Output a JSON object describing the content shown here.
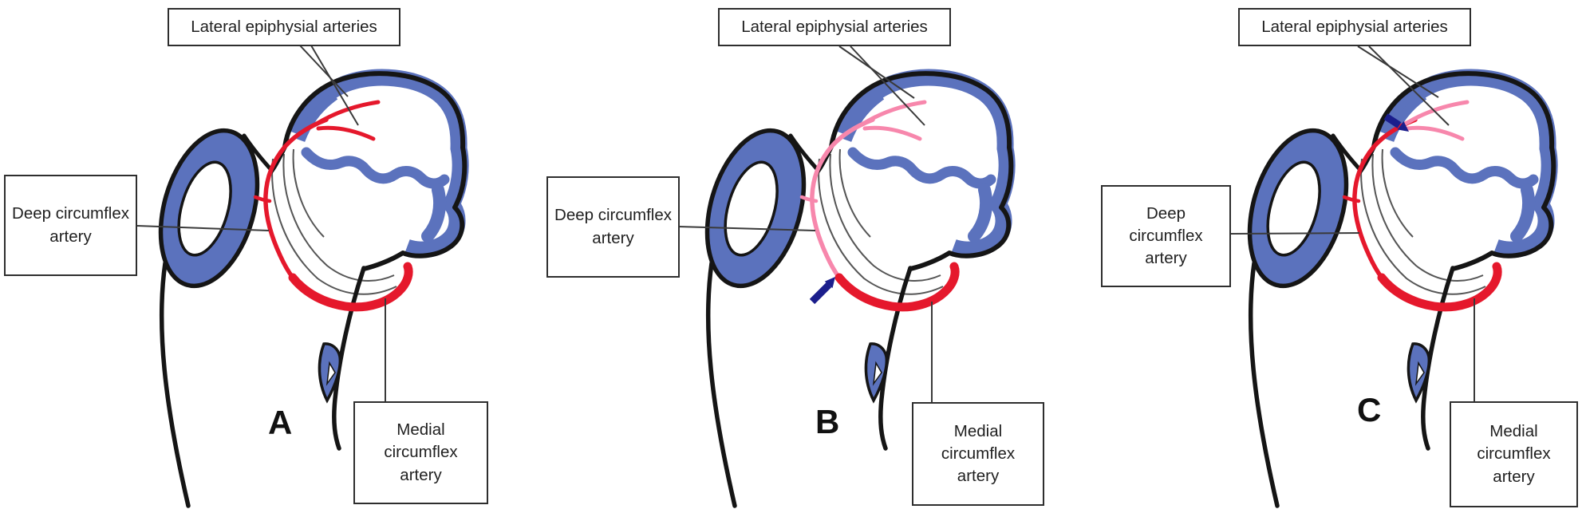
{
  "figure": {
    "type": "anatomy-diagram",
    "subject": "Blood supply of the femoral head (proximal femur), three stages",
    "colors": {
      "bone_blue": "#5b72bd",
      "artery_red": "#e5182c",
      "artery_pink": "#f787ac",
      "arrow_navy": "#1b1e8c",
      "outline_black": "#151515"
    },
    "labels": {
      "lateral": "Lateral epiphysial arteries",
      "deep": "Deep circumflex artery",
      "medial": "Medial circumflex artery"
    },
    "panels": [
      {
        "letter": "A",
        "deep_circumflex_color": "red",
        "lateral_epiphysial_color": "red",
        "medial_circumflex_color": "red",
        "arrow": {
          "present": false
        }
      },
      {
        "letter": "B",
        "deep_circumflex_color": "pink",
        "lateral_epiphysial_color": "pink",
        "medial_circumflex_color": "red",
        "arrow": {
          "present": true,
          "direction": "northeast",
          "points_at": "junction of medial and deep circumflex arteries"
        }
      },
      {
        "letter": "C",
        "deep_circumflex_color": "red",
        "lateral_epiphysial_color": "pink",
        "medial_circumflex_color": "red",
        "arrow": {
          "present": true,
          "direction": "southeast",
          "points_at": "junction of deep circumflex and lateral epiphysial arteries"
        }
      }
    ]
  }
}
